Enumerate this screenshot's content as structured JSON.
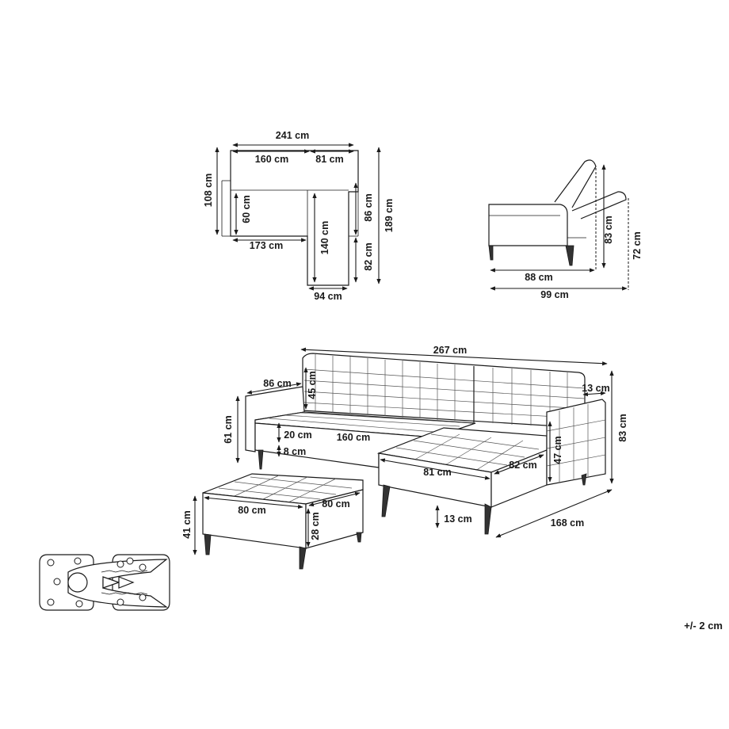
{
  "top_view": {
    "total_width": "241 cm",
    "seat_width": "160 cm",
    "chaise_top_width": "81 cm",
    "depth": "108 cm",
    "seat_depth": "60 cm",
    "chaise_upper": "86 cm",
    "total_length": "189 cm",
    "chaise_length": "140 cm",
    "chaise_lower": "82 cm",
    "lower_width": "173 cm",
    "chaise_width": "94 cm"
  },
  "side_view": {
    "depth": "88 cm",
    "reclined_depth": "99 cm",
    "reclined_height": "83 cm",
    "seat_height": "72 cm"
  },
  "main_view": {
    "total_width": "267 cm",
    "arm_depth": "86 cm",
    "backrest_height": "45 cm",
    "arm_width": "13 cm",
    "total_height": "83 cm",
    "arm_height": "61 cm",
    "cushion_depth": "20 cm",
    "seat_length": "160 cm",
    "leg_clearance": "8 cm",
    "chaise_length": "81 cm",
    "chaise_width": "82 cm",
    "chaise_height": "47 cm",
    "total_depth": "168 cm",
    "leg_height": "13 cm"
  },
  "ottoman": {
    "width": "80 cm",
    "depth": "80 cm",
    "height": "41 cm",
    "cushion_height": "28 cm"
  },
  "tolerance": "+/- 2 cm"
}
